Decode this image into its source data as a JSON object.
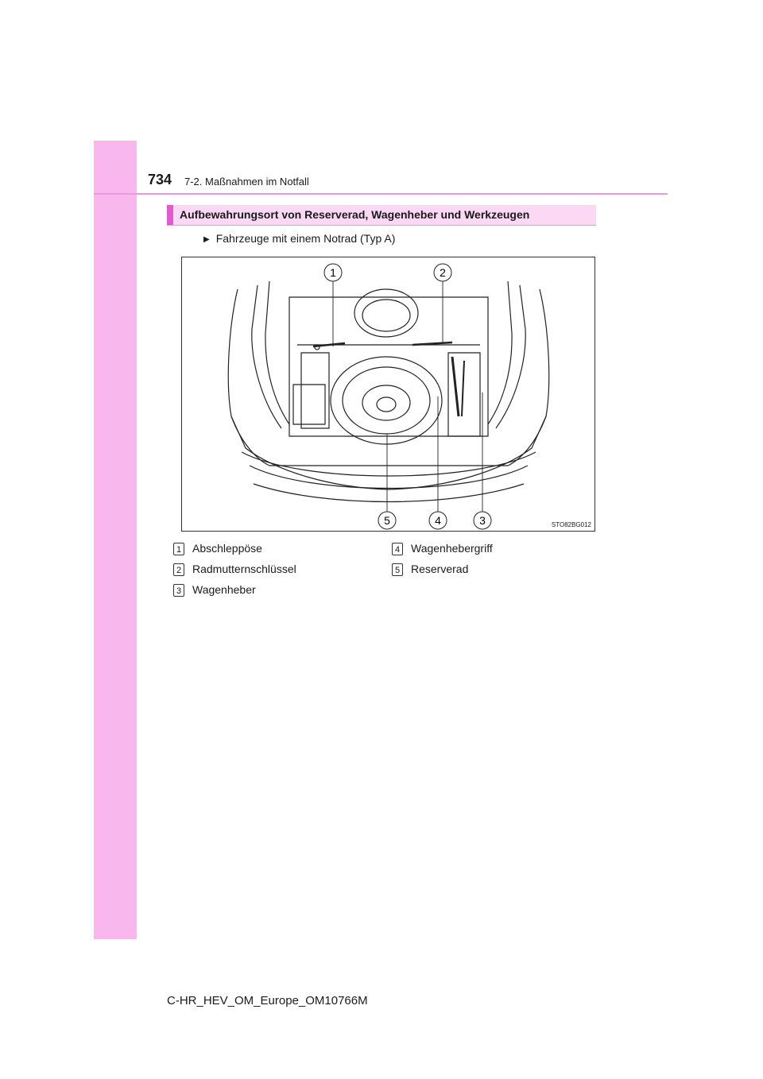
{
  "page": {
    "number": "734",
    "chapter": "7-2. Maßnahmen im Notfall",
    "section_title": "Aufbewahrungsort von Reserverad, Wagenheber und Werkzeugen",
    "bullet": "Fahrzeuge mit einem Notrad (Typ A)",
    "figure_code": "STO82BG012",
    "callouts": [
      "1",
      "2",
      "3",
      "4",
      "5"
    ],
    "legend": [
      {
        "num": "1",
        "label": "Abschleppöse"
      },
      {
        "num": "2",
        "label": "Radmutternschlüssel"
      },
      {
        "num": "3",
        "label": "Wagenheber"
      },
      {
        "num": "4",
        "label": "Wagenhebergriff"
      },
      {
        "num": "5",
        "label": "Reserverad"
      }
    ],
    "footer": "C-HR_HEV_OM_Europe_OM10766M"
  },
  "colors": {
    "side_band": "#f8b8ee",
    "header_rule": "#ee99dd",
    "section_bg": "#fbd9f5",
    "section_bar": "#e05ccc"
  }
}
